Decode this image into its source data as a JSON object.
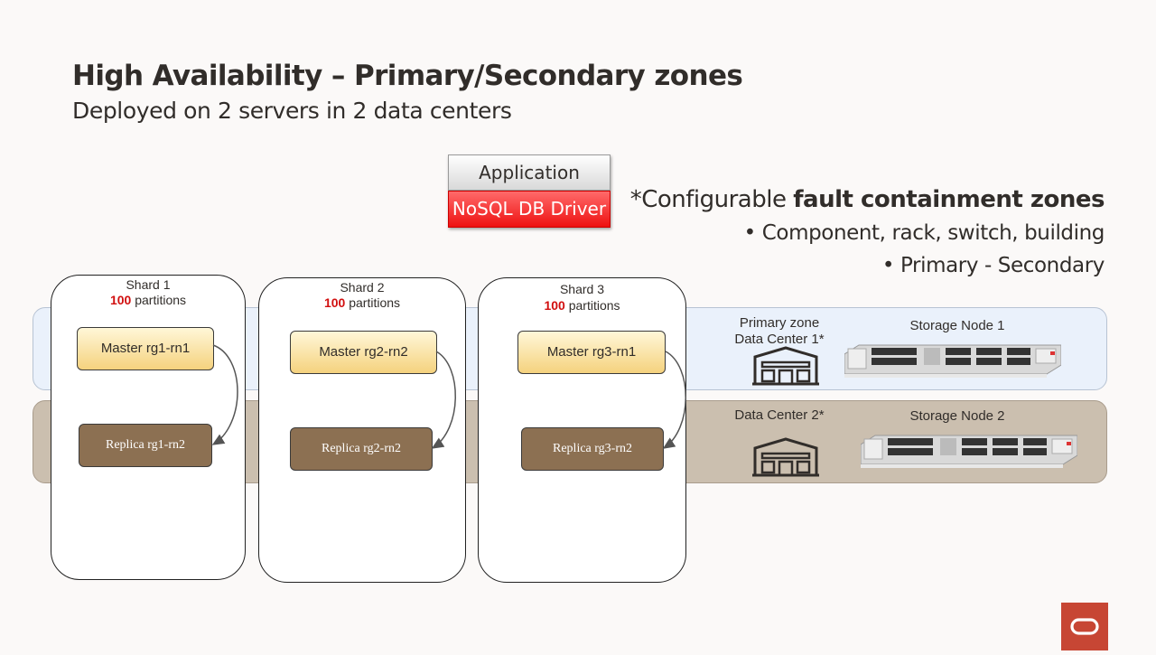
{
  "title": "High Availability – Primary/Secondary zones",
  "subtitle": "Deployed on 2 servers in 2 data centers",
  "app_label": "Application",
  "driver_label": "NoSQL DB Driver",
  "fault": {
    "prefix": "*Configurable ",
    "bold": "fault containment zones",
    "bullets": [
      "Component, rack, switch, building",
      "Primary - Secondary"
    ]
  },
  "shards": [
    {
      "title": "Shard 1",
      "num": "100",
      "parts": " partitions",
      "master": "Master rg1-rn1",
      "replica": "Replica rg1-rn2"
    },
    {
      "title": "Shard 2",
      "num": "100",
      "parts": " partitions",
      "master": "Master rg2-rn2",
      "replica": "Replica rg2-rn2"
    },
    {
      "title": "Shard 3",
      "num": "100",
      "parts": " partitions",
      "master": "Master rg3-rn1",
      "replica": "Replica rg3-rn2"
    }
  ],
  "zones": {
    "primary_line1": "Primary zone",
    "primary_line2": "Data Center 1*",
    "secondary": "Data Center 2*",
    "node1": "Storage Node 1",
    "node2": "Storage Node 2"
  },
  "colors": {
    "driver_red": "#ee1111",
    "partition_red": "#d10f0f",
    "replica_brown": "#8c7052",
    "primary_zone": "#eaf1fb",
    "secondary_zone": "#cbbfaf",
    "oracle_red": "#c74634"
  },
  "icons": [
    "building-icon",
    "server-icon",
    "oracle-logo-icon"
  ]
}
